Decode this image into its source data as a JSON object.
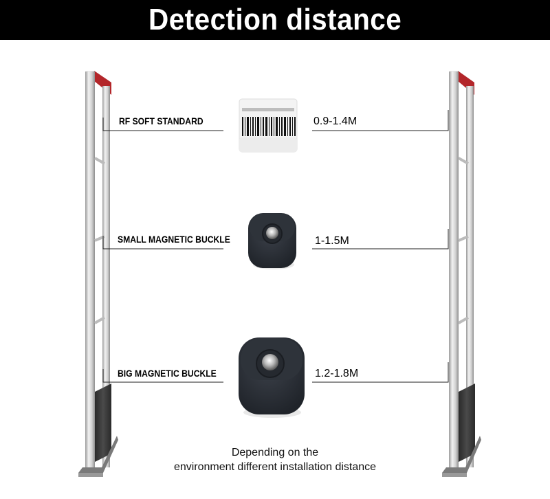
{
  "header": {
    "title": "Detection distance"
  },
  "rows": [
    {
      "label": "RF SOFT STANDARD",
      "range": "0.9-1.4M",
      "icon": "barcode-label"
    },
    {
      "label": "SMALL MAGNETIC BUCKLE",
      "range": "1-1.5M",
      "icon": "small-hard-tag"
    },
    {
      "label": "BIG MAGNETIC BUCKLE",
      "range": "1.2-1.8M",
      "icon": "big-hard-tag"
    }
  ],
  "caption": {
    "line1": "Depending on the",
    "line2": "environment different installation distance"
  },
  "colors": {
    "header_bg": "#000000",
    "gate_frame": "#d4d4d4",
    "gate_top_accent": "#b3262a",
    "gate_base": "#3a3a3a",
    "tag_body": "#2b2f36"
  }
}
